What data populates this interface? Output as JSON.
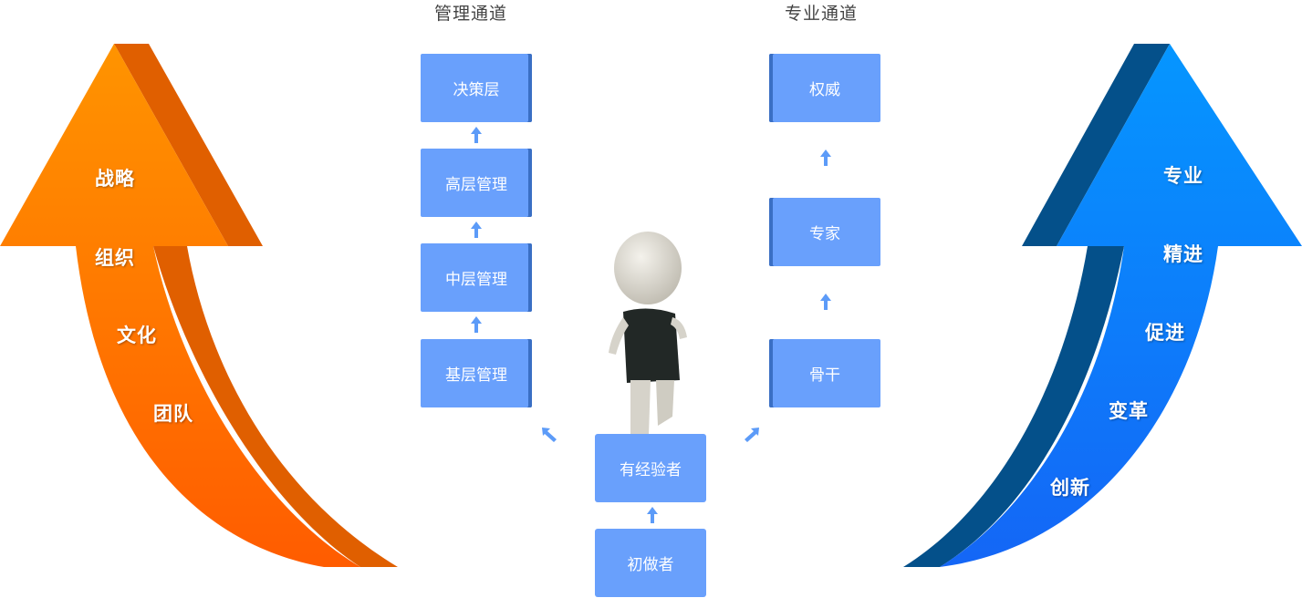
{
  "colors": {
    "box": "#69a0fc",
    "box_edge": "#3a6fc4",
    "orange_light": "#ff9500",
    "orange_dark": "#ff5e00",
    "orange_side": "#e05e00",
    "blue_light": "#0a95ff",
    "blue_dark": "#1565f5",
    "blue_side": "#04508a"
  },
  "left_arrow": {
    "labels": [
      "战略",
      "组织",
      "文化",
      "团队"
    ]
  },
  "right_arrow": {
    "labels": [
      "专业",
      "精进",
      "促进",
      "变革",
      "创新"
    ]
  },
  "management_channel": {
    "title": "管理通道",
    "levels": [
      "决策层",
      "高层管理",
      "中层管理",
      "基层管理"
    ]
  },
  "professional_channel": {
    "title": "专业通道",
    "levels": [
      "权威",
      "专家",
      "骨干"
    ]
  },
  "base": {
    "experienced": "有经验者",
    "beginner": "初做者"
  },
  "figure": {
    "icon": "running-person-figure"
  }
}
